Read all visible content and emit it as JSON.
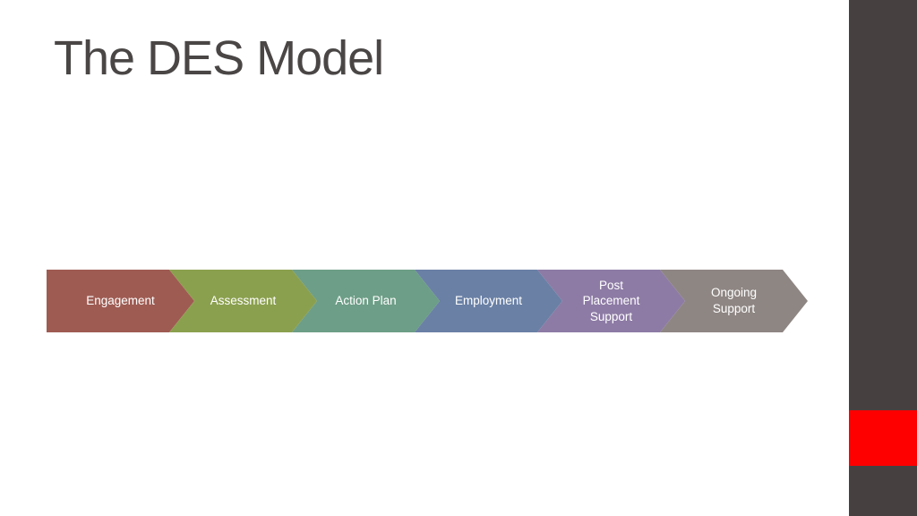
{
  "slide": {
    "title": "The DES Model",
    "title_color": "#4a4646",
    "background_color": "#ffffff"
  },
  "process": {
    "stages": [
      {
        "label": "Engagement",
        "color": "#9e5b52"
      },
      {
        "label": "Assessment",
        "color": "#8ba04e"
      },
      {
        "label": "Action Plan",
        "color": "#6d9e87"
      },
      {
        "label": "Employment",
        "color": "#6a80a5"
      },
      {
        "label": "Post Placement Support",
        "color": "#8d7ba5"
      },
      {
        "label": "Ongoing Support",
        "color": "#8e8683"
      }
    ],
    "text_color": "#ffffff"
  },
  "decor": {
    "sidebar_color": "#474040",
    "accent_color": "#ff0000"
  }
}
